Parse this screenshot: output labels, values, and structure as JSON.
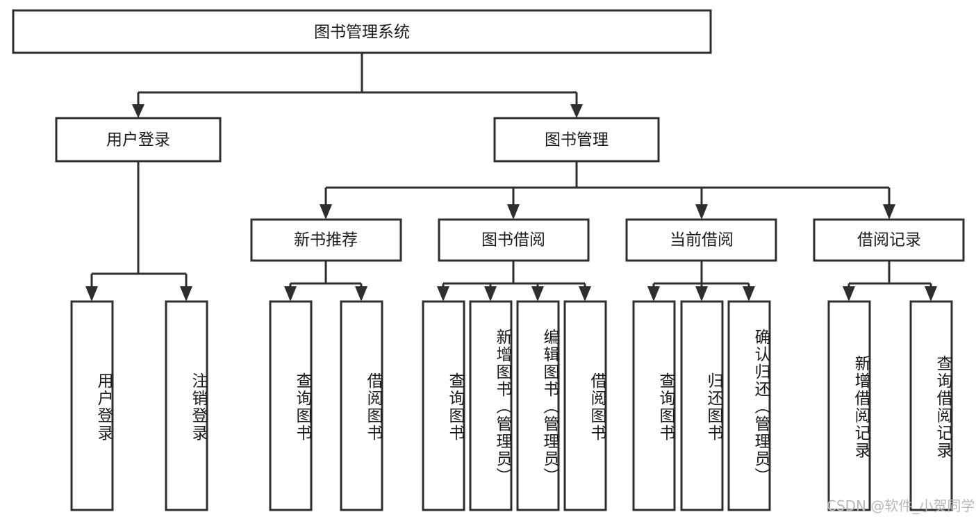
{
  "diagram": {
    "type": "tree",
    "title": "图书管理系统",
    "watermark": "CSDN @软件_小贺同学",
    "colors": {
      "box_stroke": "#2e2e2e",
      "box_fill": "#ffffff",
      "text": "#1a1a1a",
      "background": "#ffffff",
      "watermark": "#b8b8b8"
    },
    "root": {
      "label": "图书管理系统"
    },
    "level2": [
      {
        "label": "用户登录"
      },
      {
        "label": "图书管理"
      }
    ],
    "level3": [
      {
        "label": "新书推荐"
      },
      {
        "label": "图书借阅"
      },
      {
        "label": "当前借阅"
      },
      {
        "label": "借阅记录"
      }
    ],
    "leaves": {
      "user_login": [
        {
          "label": "用户登录"
        },
        {
          "label": "注销登录"
        }
      ],
      "new_book": [
        {
          "label": "查询图书"
        },
        {
          "label": "借阅图书"
        }
      ],
      "book_borrow": [
        {
          "label": "查询图书"
        },
        {
          "label": "新增图书（管理员）"
        },
        {
          "label": "编辑图书（管理员）"
        },
        {
          "label": "借阅图书"
        }
      ],
      "current_borrow": [
        {
          "label": "查询图书"
        },
        {
          "label": "归还图书"
        },
        {
          "label": "确认归还（管理员）"
        }
      ],
      "borrow_record": [
        {
          "label": "新增借阅记录"
        },
        {
          "label": "查询借阅记录"
        }
      ]
    }
  }
}
